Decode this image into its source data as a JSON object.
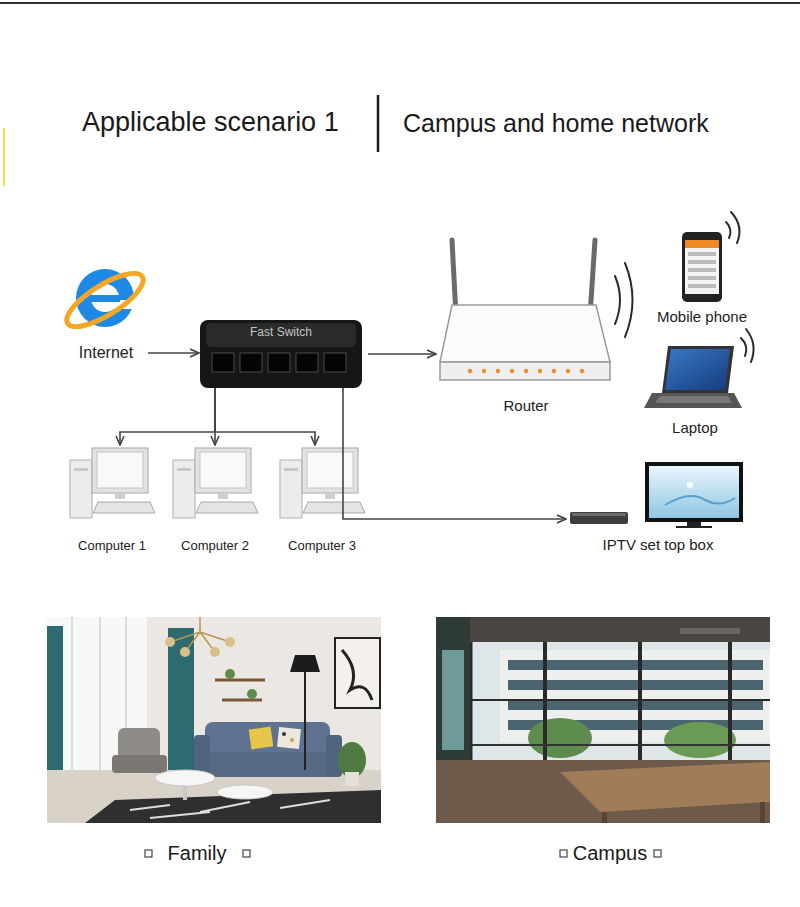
{
  "diagram": {
    "title": "Applicable scenario 1",
    "nodes": [
      {
        "text": [
          "Internet"
        ]
      },
      {
        "text": [
          "Fast Switch"
        ]
      },
      {
        "text": [
          "Router"
        ]
      },
      {
        "text": [
          "Mobile phone"
        ]
      },
      {
        "text": [
          "Laptop"
        ]
      },
      {
        "text": [
          "Computer 1"
        ]
      },
      {
        "text": [
          "Computer 2"
        ]
      },
      {
        "text": [
          "Computer 3"
        ]
      },
      {
        "text": [
          "IPTV set top box"
        ]
      }
    ],
    "edges": [
      {
        "from": 0,
        "to": 1,
        "arrow": "to"
      },
      {
        "from": 1,
        "to": 2,
        "arrow": "to"
      },
      {
        "from": 1,
        "to": 5,
        "arrow": "to"
      },
      {
        "from": 1,
        "to": 6,
        "arrow": "to"
      },
      {
        "from": 1,
        "to": 7,
        "arrow": "to"
      },
      {
        "from": 1,
        "to": 8,
        "arrow": "to"
      }
    ],
    "labels": [
      "Campus and home network",
      "Family",
      "Campus"
    ]
  }
}
